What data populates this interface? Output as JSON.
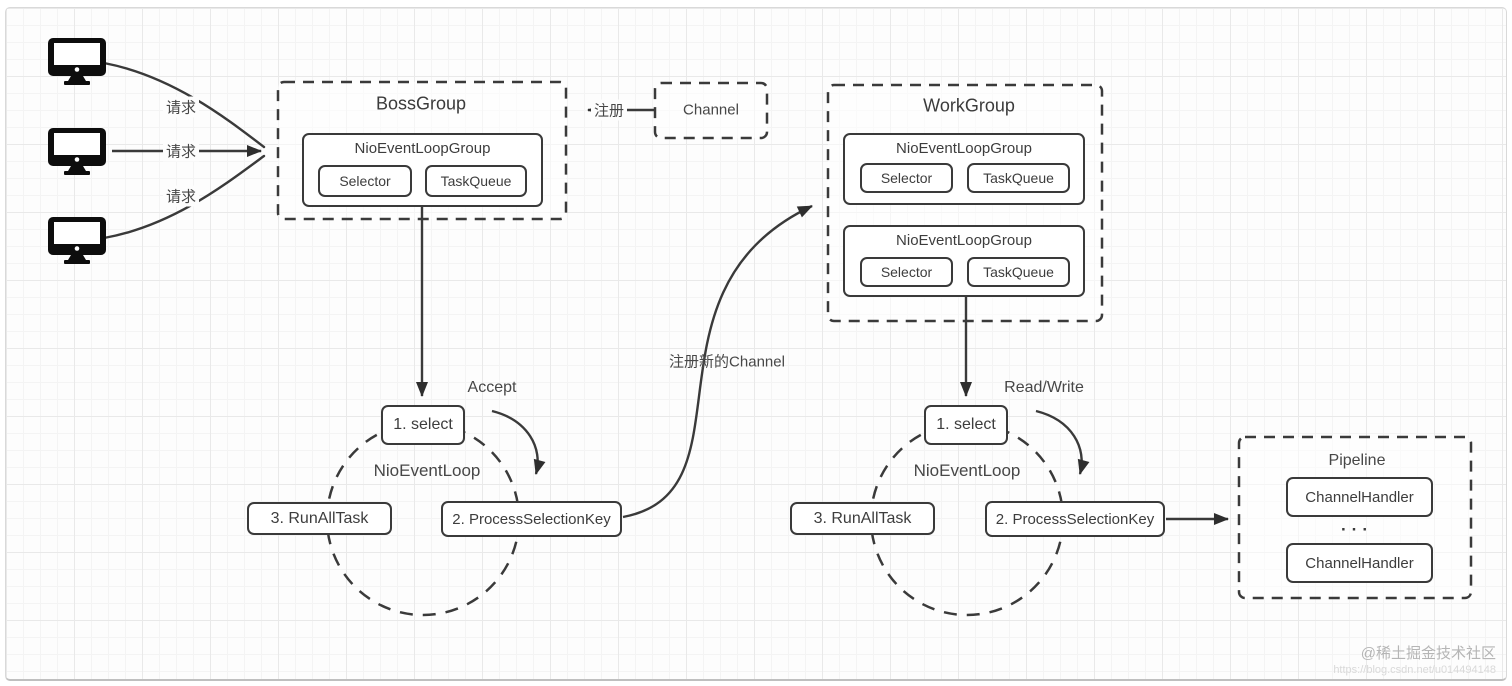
{
  "colors": {
    "stroke": "#3a3a3a",
    "text": "#3d3d3d",
    "grid_minor": "#f4f4f4",
    "grid_major": "#e9e9e9",
    "watermark": "#b5b5b5",
    "watermark_url": "#d9d9d9"
  },
  "clients": {
    "request_labels": [
      "请求",
      "请求",
      "请求"
    ]
  },
  "boss_group": {
    "title": "BossGroup",
    "event_loop_group": {
      "title": "NioEventLoopGroup",
      "selector": "Selector",
      "task_queue": "TaskQueue"
    }
  },
  "channel_box": {
    "title": "Channel",
    "register_label": "注册"
  },
  "work_group": {
    "title": "WorkGroup",
    "event_loop_groups": [
      {
        "title": "NioEventLoopGroup",
        "selector": "Selector",
        "task_queue": "TaskQueue"
      },
      {
        "title": "NioEventLoopGroup",
        "selector": "Selector",
        "task_queue": "TaskQueue"
      }
    ]
  },
  "register_new_channel_label": "注册新的Channel",
  "event_loops": [
    {
      "name": "NioEventLoop",
      "step_select": "1. select",
      "step_process": "2. ProcessSelectionKey",
      "step_run": "3. RunAllTask",
      "annotation": "Accept"
    },
    {
      "name": "NioEventLoop",
      "step_select": "1. select",
      "step_process": "2. ProcessSelectionKey",
      "step_run": "3. RunAllTask",
      "annotation": "Read/Write"
    }
  ],
  "pipeline": {
    "title": "Pipeline",
    "handlers": [
      "ChannelHandler",
      "ChannelHandler"
    ],
    "ellipsis": "···"
  },
  "watermark": {
    "community": "@稀土掘金技术社区",
    "url": "https://blog.csdn.net/u014494148"
  }
}
